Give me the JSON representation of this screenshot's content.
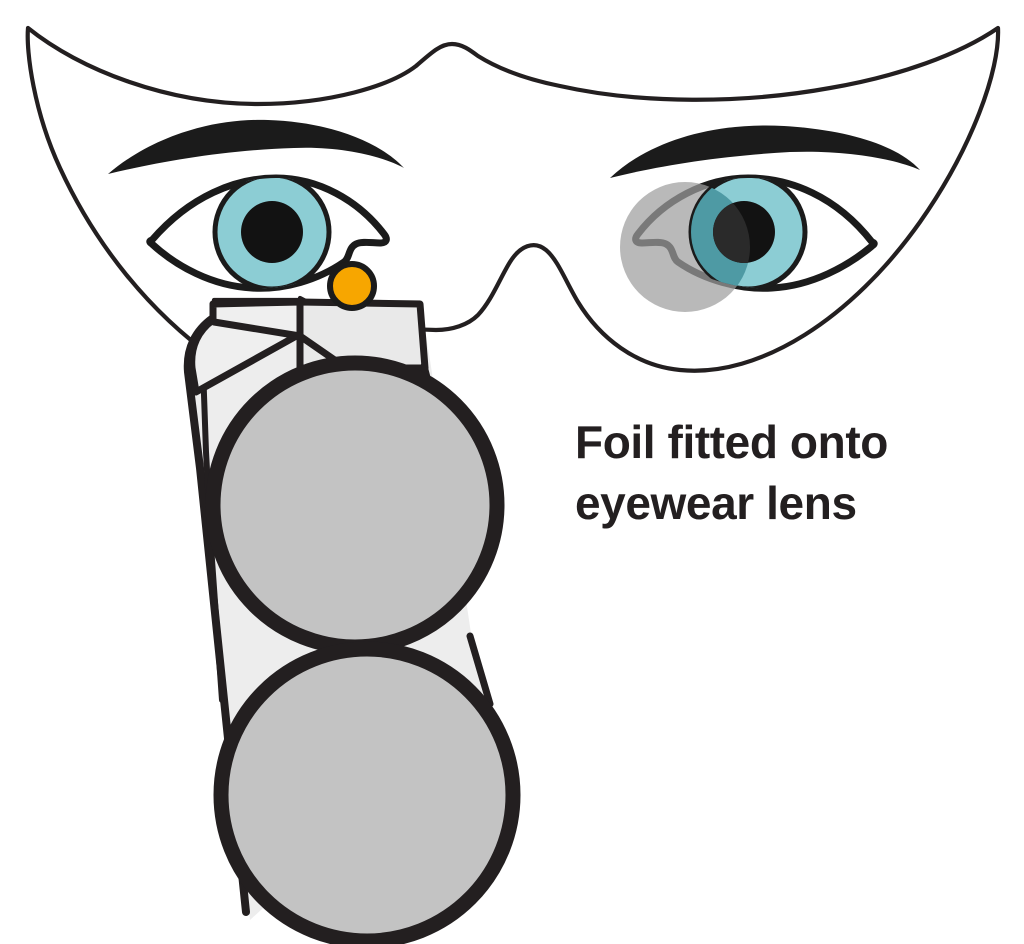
{
  "illustration": {
    "title": "Foil fitted onto eyewear lens",
    "caption_text": "Foil fitted onto\neyewear lens",
    "subject": "face-with-eyes-and-foil-dispenser",
    "parts": {
      "face_outline": "mask-shaped face outline",
      "left_eyebrow": "left eyebrow",
      "right_eyebrow": "right eyebrow",
      "left_eye": "left eye with cyan iris",
      "right_eye": "right eye with cyan iris covered by gray foil",
      "nose_bridge": "nose bridge arch",
      "orange_dot": "orange alignment dot",
      "dispenser_tab": "foil dispenser tab",
      "dispenser_strip": "foil backing strip",
      "foil_disc_upper": "foil disc upper",
      "foil_disc_lower": "foil disc lower",
      "applied_foil": "translucent gray foil applied over right eye"
    },
    "colors": {
      "background": "#ffffff",
      "outline": "#231f20",
      "iris": "#8ccdd4",
      "iris_shaded": "#4e9aa4",
      "pupil": "#121212",
      "orange_dot": "#f7a600",
      "foil_disc": "#c3c3c3",
      "foil_applied": "#9e9e9e",
      "strip_light": "#eeeeee",
      "strip_mid": "#e4e4e4",
      "caption": "#231f20"
    }
  }
}
